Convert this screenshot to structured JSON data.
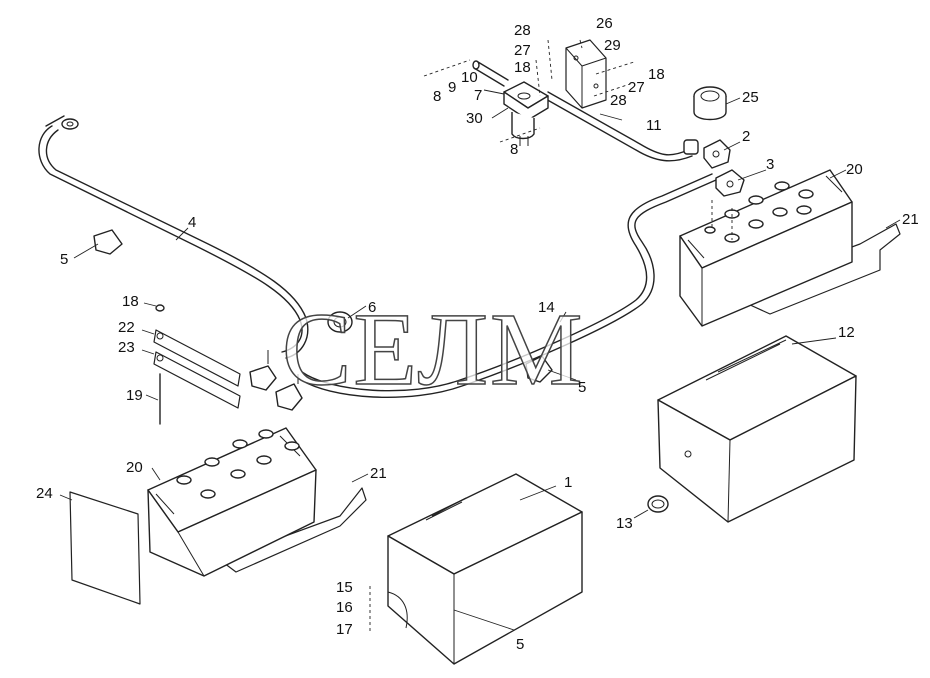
{
  "watermark": "СЕЛМ",
  "callouts": {
    "c1": "1",
    "c2": "2",
    "c3": "3",
    "c4": "4",
    "c5a": "5",
    "c5b": "5",
    "c5c": "5",
    "c6": "6",
    "c7": "7",
    "c8a": "8",
    "c8b": "8",
    "c9": "9",
    "c10": "10",
    "c11": "11",
    "c12": "12",
    "c13": "13",
    "c14": "14",
    "c15": "15",
    "c16": "16",
    "c17": "17",
    "c18a": "18",
    "c18b": "18",
    "c18c": "18",
    "c19": "19",
    "c20a": "20",
    "c20b": "20",
    "c21a": "21",
    "c21b": "21",
    "c22": "22",
    "c23": "23",
    "c24": "24",
    "c25": "25",
    "c26": "26",
    "c27a": "27",
    "c27b": "27",
    "c28a": "28",
    "c28b": "28",
    "c29": "29",
    "c30": "30"
  }
}
